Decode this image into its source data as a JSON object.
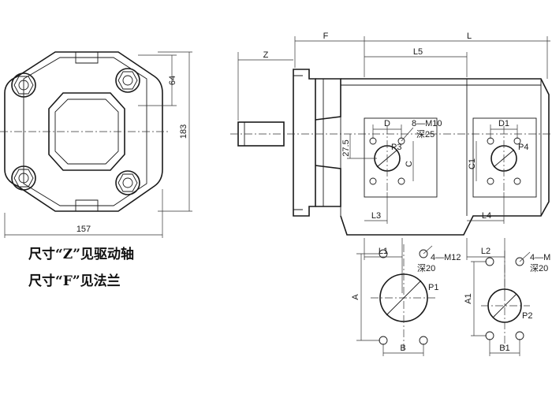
{
  "front_view": {
    "dim_width": "157",
    "dim_height": "183",
    "dim_bolt_spacing": "64"
  },
  "side_view": {
    "dim_F": "F",
    "dim_L": "L",
    "dim_Z": "Z",
    "dim_L5": "L5",
    "dim_D": "D",
    "dim_D1": "D1",
    "dim_C": "C",
    "dim_C1": "C1",
    "dim_27_5": "27.5",
    "dim_L3": "L3",
    "dim_L4": "L4",
    "port_P3": "P3",
    "port_P4": "P4",
    "thread_8_M10": "8—M10",
    "depth_25": "深25"
  },
  "port_left": {
    "dim_L1": "L1",
    "thread": "4—M12",
    "depth": "深20",
    "port_P1": "P1",
    "dim_A": "A",
    "dim_B": "B"
  },
  "port_right": {
    "dim_L2": "L2",
    "thread": "4—M",
    "depth": "深20",
    "port_P2": "P2",
    "dim_A1": "A1",
    "dim_B1": "B1"
  },
  "notes": {
    "line1": "尺寸“Z”见驱动轴",
    "line2": "尺寸“F”见法兰"
  }
}
